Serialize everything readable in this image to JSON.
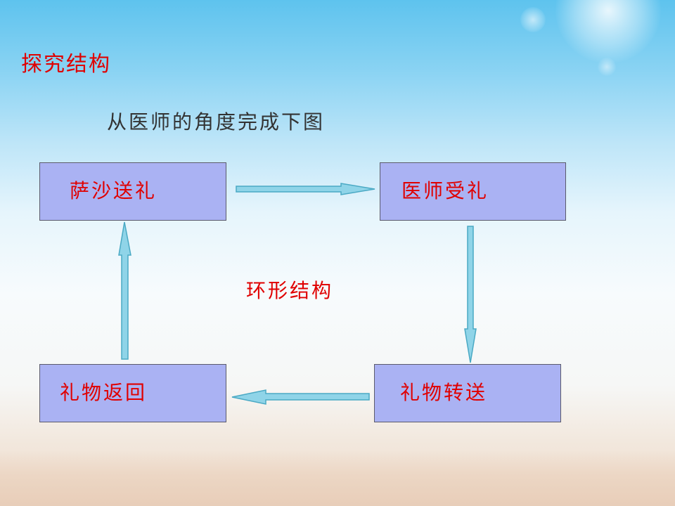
{
  "slide": {
    "title": "探究结构",
    "subtitle": "从医师的角度完成下图",
    "center_label": "环形结构"
  },
  "diagram": {
    "nodes": [
      {
        "id": "n1",
        "label": "萨沙送礼"
      },
      {
        "id": "n2",
        "label": "医师受礼"
      },
      {
        "id": "n3",
        "label": "礼物转送"
      },
      {
        "id": "n4",
        "label": "礼物返回"
      }
    ],
    "edges": [
      {
        "from": "n1",
        "to": "n2"
      },
      {
        "from": "n2",
        "to": "n3"
      },
      {
        "from": "n3",
        "to": "n4"
      },
      {
        "from": "n4",
        "to": "n1"
      }
    ],
    "colors": {
      "node_fill": "#aab2f3",
      "node_border": "#5b5b6b",
      "arrow_fill": "#8fd4e8",
      "arrow_stroke": "#4aa9c4",
      "label_text": "#e00000"
    }
  }
}
